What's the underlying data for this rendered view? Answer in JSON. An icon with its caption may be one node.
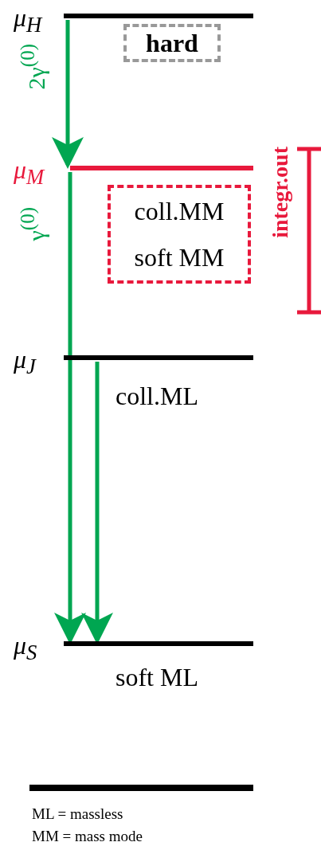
{
  "diagram": {
    "nodes": [
      {
        "text": [
          "μ$_{H}$"
        ]
      },
      {
        "text": [
          "hard"
        ]
      },
      {
        "text": [
          "μ$_{M}$"
        ]
      },
      {
        "text": [
          "coll.MM",
          "soft MM"
        ]
      },
      {
        "text": [
          "μ$_{J}$"
        ]
      },
      {
        "text": [
          "μ$_{S}$"
        ]
      }
    ],
    "edges": [
      {
        "from": 0,
        "to": 2,
        "arrow": "to",
        "label": "2γ$^{(0)}$"
      },
      {
        "from": 2,
        "to": 5,
        "arrow": "to",
        "label": "γ$^{(0)}$"
      },
      {
        "from": 4,
        "to": 5,
        "arrow": "to"
      }
    ],
    "labels": [
      "integr.out",
      "coll.ML",
      "soft ML",
      "ML = massless",
      "MM = mass mode"
    ]
  }
}
